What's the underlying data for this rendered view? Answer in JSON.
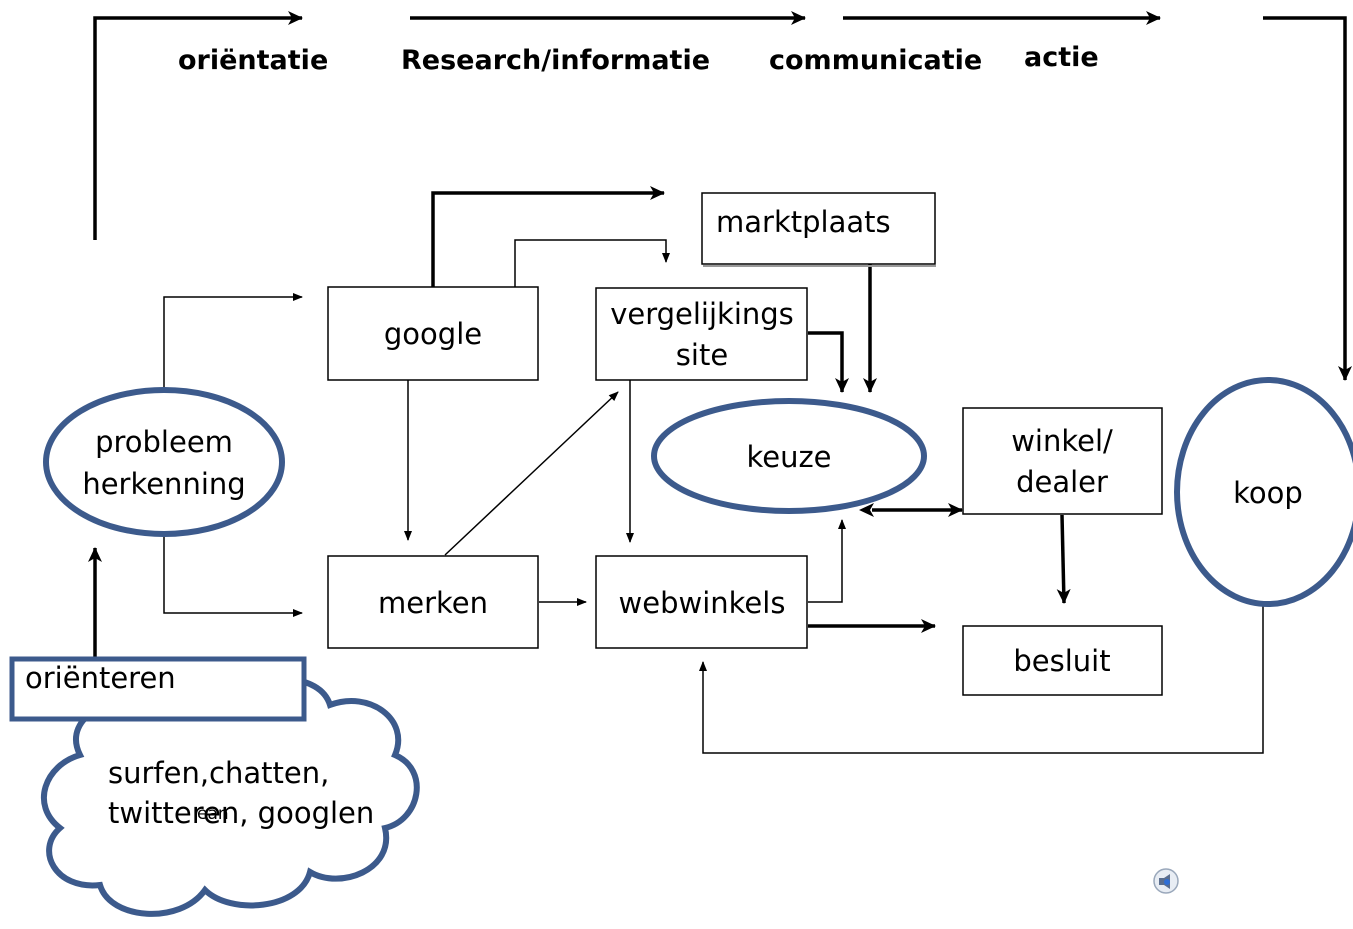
{
  "phases": {
    "orientatie": "oriëntatie",
    "research": "Research/informatie",
    "communicatie": "communicatie",
    "actie": "actie"
  },
  "nodes": {
    "probleem_line1": "probleem",
    "probleem_line2": "herkenning",
    "google": "google",
    "marktplaats": "marktplaats",
    "vergelijkings_line1": "vergelijkings",
    "vergelijkings_line2": "site",
    "keuze": "keuze",
    "winkel_line1": "winkel/",
    "winkel_line2": "dealer",
    "koop": "koop",
    "merken": "merken",
    "webwinkels": "webwinkels",
    "besluit": "besluit",
    "orienteren": "oriënteren",
    "cloud_line1": "surfen,chatten,",
    "cloud_line2": "twitteren, googlen",
    "cloud_overlay": "ean"
  },
  "colors": {
    "ellipse_stroke": "#3c5a8c",
    "line": "#000000"
  },
  "icons": [
    "speaker-icon"
  ]
}
